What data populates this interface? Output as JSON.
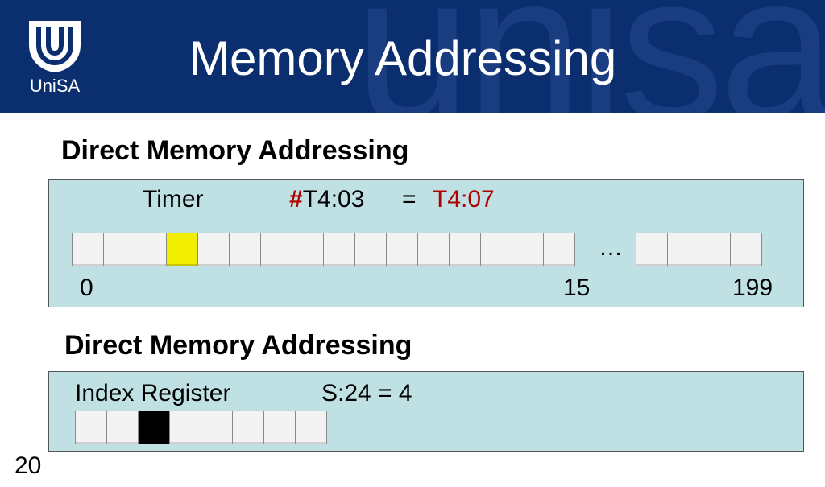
{
  "header": {
    "logo_text": "UniSA",
    "watermark": "unisa",
    "title": "Memory Addressing"
  },
  "section1": {
    "heading": "Direct Memory Addressing",
    "timer_label": "Timer",
    "hash": "#",
    "address": "T4:03",
    "equals": "=",
    "result": "T4:07",
    "ellipsis": "…",
    "index_start": "0",
    "index_mid": "15",
    "index_end": "199",
    "cells_main_count": 16,
    "cells_tail_count": 4,
    "highlighted_index": 3
  },
  "section2": {
    "heading": "Direct Memory Addressing",
    "index_register_label": "Index Register",
    "expression": "S:24 = 4",
    "cells_count": 8,
    "highlighted_index": 2
  },
  "footer": {
    "slide_number": "20"
  },
  "colors": {
    "header_bg": "#0b2e6f",
    "panel_bg": "#bfe1e4",
    "highlight_yellow": "#f2ee00",
    "accent_red": "#b00000"
  }
}
